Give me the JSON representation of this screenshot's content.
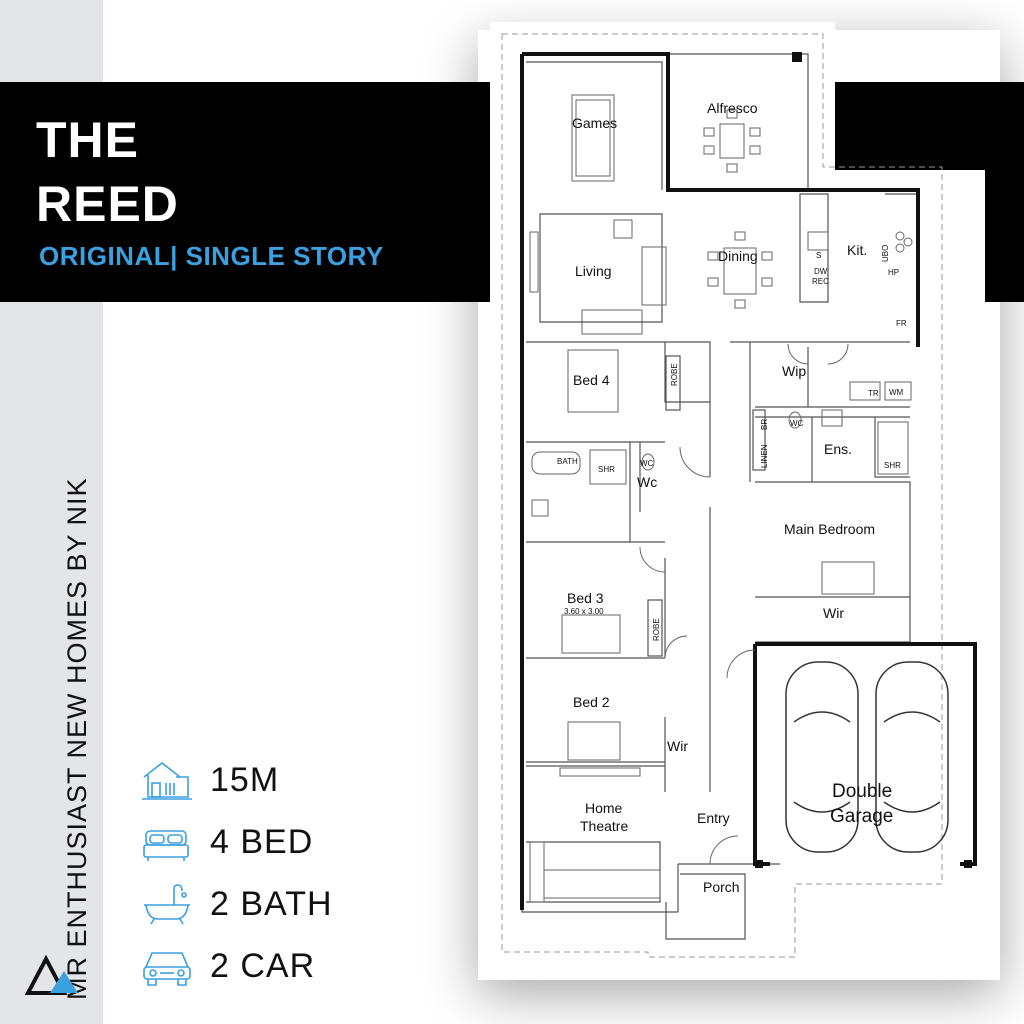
{
  "brand": {
    "side_text": "MR ENTHUSIAST NEW HOMES BY NIK"
  },
  "header": {
    "title_line1": "THE",
    "title_line2": "REED",
    "subtitle": "ORIGINAL| SINGLE STORY",
    "subtitle_color": "#3aa0e0"
  },
  "features": [
    {
      "icon": "house-frontage-icon",
      "label": "15M"
    },
    {
      "icon": "bed-icon",
      "label": "4 BED"
    },
    {
      "icon": "bathtub-icon",
      "label": "2 BATH"
    },
    {
      "icon": "car-icon",
      "label": "2 CAR"
    }
  ],
  "plan": {
    "rooms": {
      "games": "Games",
      "alfresco": "Alfresco",
      "living": "Living",
      "dining": "Dining",
      "kitchen": "Kit.",
      "bed4": "Bed 4",
      "wip": "Wip",
      "ens": "Ens.",
      "wc": "Wc",
      "main_bedroom": "Main Bedroom",
      "wir_main": "Wir",
      "bed3": "Bed 3",
      "bed3_size": "3.60 x 3.00",
      "bed2": "Bed 2",
      "wir_bed2": "Wir",
      "home_theatre_line1": "Home",
      "home_theatre_line2": "Theatre",
      "entry": "Entry",
      "porch": "Porch",
      "garage_line1": "Double",
      "garage_line2": "Garage"
    },
    "fixtures": {
      "robe_bed4": "ROBE",
      "robe_bed3": "ROBE",
      "bath": "BATH",
      "shr_main": "SHR",
      "shr_ens": "SHR",
      "wc_small": "WC",
      "wc_ens": "WC",
      "linen": "LINEN",
      "br": "BR",
      "tr": "TR",
      "wm": "WM",
      "dw": "DW",
      "rec": "REC",
      "sink": "S",
      "ubo": "UBO",
      "hp": "HP",
      "fr": "FR"
    }
  }
}
